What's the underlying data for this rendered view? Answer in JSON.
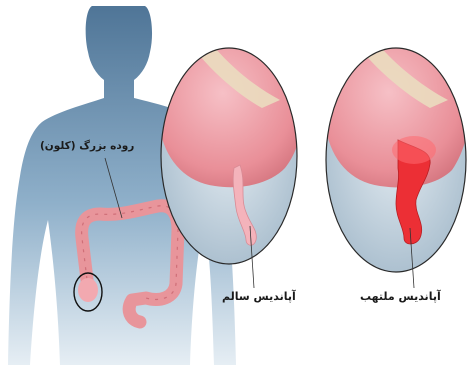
{
  "labels": {
    "colon": "روده بزرگ (کلون)",
    "healthy_appendix": "آپاندیس سالم",
    "inflamed_appendix": "آپاندیس ملتهب"
  },
  "colors": {
    "body": "#6f93b4",
    "colon": "#e89a9e",
    "caecum": "#f2a9b0",
    "healthy_appendix": "#f4b3bb",
    "inflamed_appendix": "#ec2f35",
    "lens_bg": "#c9d7e2"
  }
}
